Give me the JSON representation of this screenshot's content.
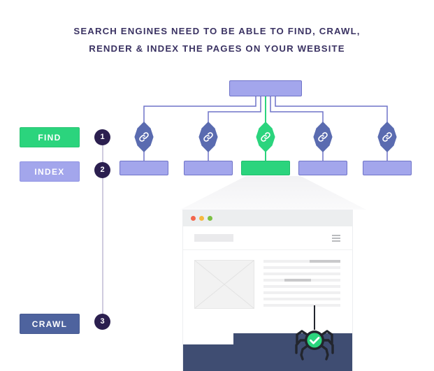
{
  "title": {
    "line1": "SEARCH ENGINES NEED TO BE ABLE TO FIND, CRAWL,",
    "line2": "RENDER & INDEX THE PAGES ON YOUR WEBSITE"
  },
  "stages": [
    {
      "label": "FIND",
      "number": "1",
      "color": "#2BD47D"
    },
    {
      "label": "INDEX",
      "number": "2",
      "color": "#A3A6EC"
    },
    {
      "label": "CRAWL",
      "number": "3",
      "color": "#4E639E"
    }
  ],
  "tree": {
    "root_label": "",
    "nodes": [
      {
        "icon": "link-icon",
        "highlighted": false
      },
      {
        "icon": "link-icon",
        "highlighted": false
      },
      {
        "icon": "link-icon",
        "highlighted": true
      },
      {
        "icon": "link-icon",
        "highlighted": false
      },
      {
        "icon": "link-icon",
        "highlighted": false
      }
    ]
  },
  "browser": {
    "traffic_lights": [
      "red",
      "yellow",
      "green"
    ],
    "logo_placeholder": "",
    "menu_icon": "hamburger-icon",
    "image_placeholder": "image-placeholder-icon",
    "text_lines": 8
  },
  "spider": {
    "icon": "spider-icon",
    "badge_icon": "check-icon",
    "badge_color": "#2BD47D"
  },
  "colors": {
    "green": "#2BD47D",
    "periwinkle": "#A3A6EC",
    "periwinkle_border": "#6F73C8",
    "slate_blue": "#4E639E",
    "node_blue": "#5A6BB0",
    "navy_badge": "#2B1F4F",
    "footer_navy": "#3F4D72",
    "title_text": "#3B3363",
    "rail": "#CFCBDF"
  }
}
